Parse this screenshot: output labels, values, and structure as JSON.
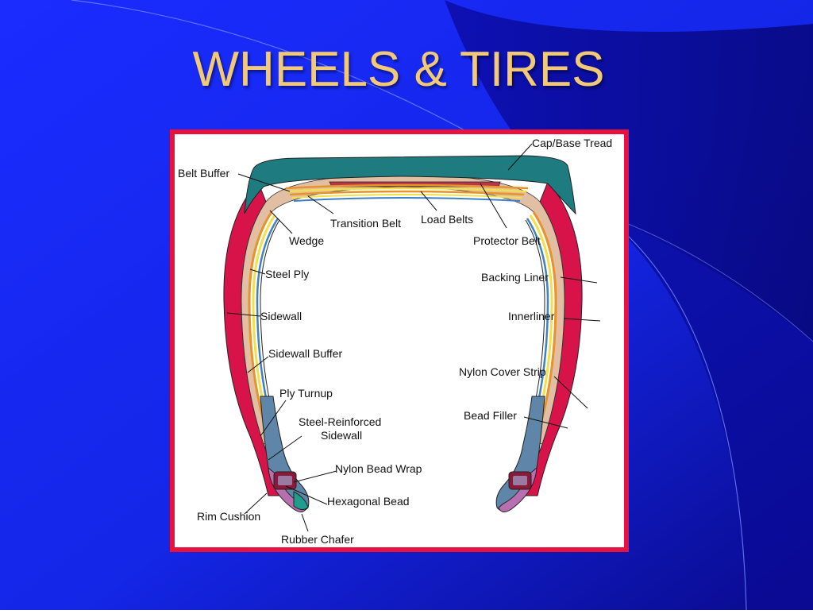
{
  "slide": {
    "title": "WHEELS & TIRES",
    "colors": {
      "background_dark": "#0a0a8c",
      "background_light": "#1a2cff",
      "title": "#f2c879",
      "frame_border": "#e8123f",
      "tread": "#1e7b80",
      "sidewall_outer": "#d8134a",
      "ply_yellow": "#f2e04a",
      "ply_orange": "#e8922a",
      "inner_blue": "#3f7fc6"
    }
  },
  "diagram": {
    "labels": {
      "cap_base_tread": "Cap/Base Tread",
      "belt_buffer": "Belt Buffer",
      "transition_belt": "Transition Belt",
      "load_belts": "Load Belts",
      "protector_belt": "Protector Belt",
      "wedge": "Wedge",
      "steel_ply": "Steel Ply",
      "backing_liner": "Backing Liner",
      "sidewall": "Sidewall",
      "innerliner": "Innerliner",
      "sidewall_buffer": "Sidewall Buffer",
      "nylon_cover_strip": "Nylon Cover Strip",
      "ply_turnup": "Ply Turnup",
      "bead_filler": "Bead Filler",
      "steel_reinforced_1": "Steel-Reinforced",
      "steel_reinforced_2": "Sidewall",
      "nylon_bead_wrap": "Nylon Bead Wrap",
      "hexagonal_bead": "Hexagonal Bead",
      "rim_cushion": "Rim Cushion",
      "rubber_chafer": "Rubber Chafer"
    }
  }
}
